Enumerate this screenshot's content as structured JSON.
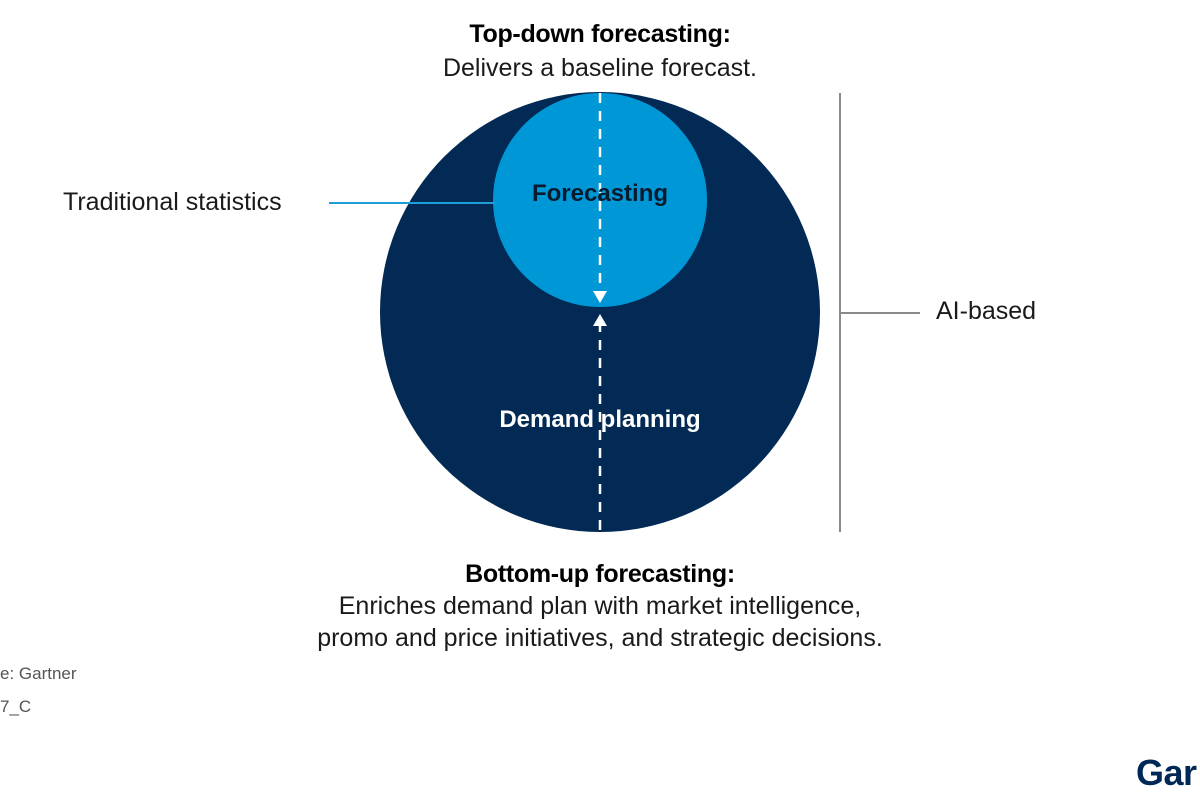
{
  "top": {
    "heading": "Top-down forecasting:",
    "description": "Delivers a baseline forecast."
  },
  "bottom": {
    "heading": "Bottom-up forecasting:",
    "description_lines": [
      "Enriches demand plan with market intelligence,",
      "promo and price initiatives, and strategic decisions."
    ]
  },
  "circles": {
    "inner_label": "Forecasting",
    "outer_label": "Demand planning"
  },
  "side_labels": {
    "left": "Traditional statistics",
    "right": "AI-based"
  },
  "footer": {
    "source": "e: Gartner",
    "id": "7_C"
  },
  "brand": {
    "logo_text": "Gar"
  },
  "colors": {
    "outer_circle": "#022a55",
    "inner_circle": "#0097d6",
    "connector_left": "#1c9fd6",
    "connector_right": "#8a8a8a",
    "brand": "#002856"
  }
}
